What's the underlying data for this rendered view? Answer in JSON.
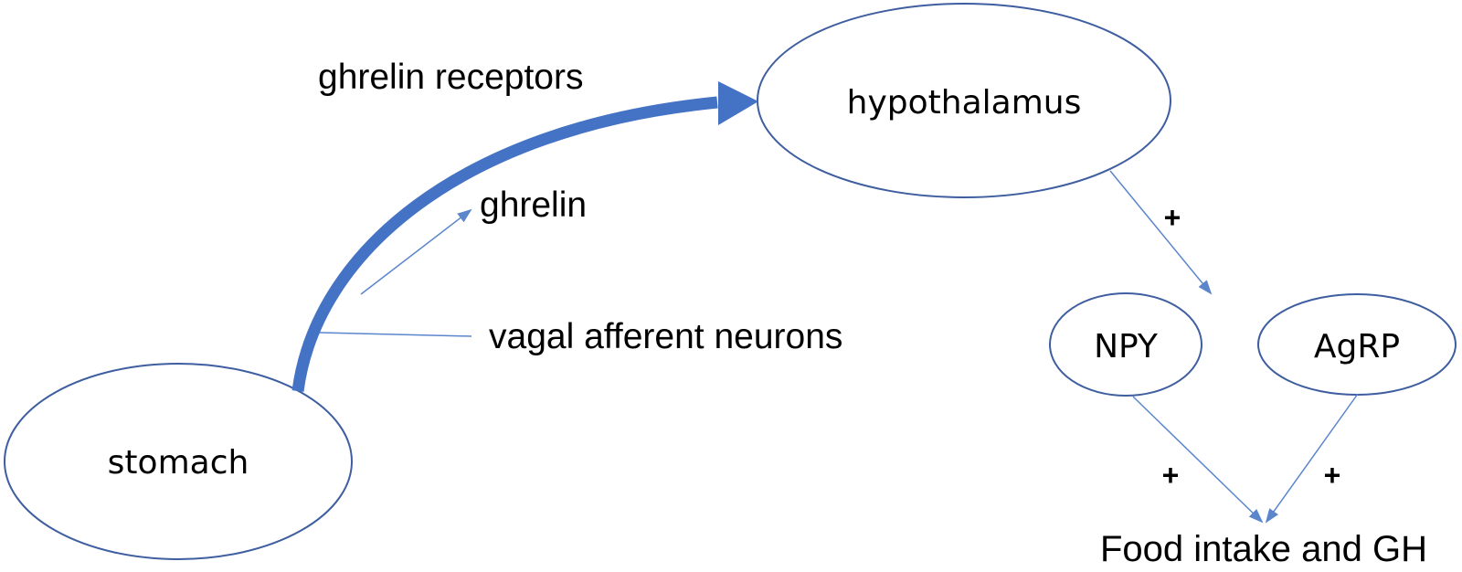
{
  "colors": {
    "node_stroke": "#3e5ea0",
    "arrow": "#4472c4",
    "thin_arrow": "#5b86cc",
    "text": "#000000"
  },
  "nodes": {
    "stomach": "stomach",
    "hypothalamus": "hypothalamus",
    "npy": "NPY",
    "agrp": "AgRP"
  },
  "edge_labels": {
    "ghrelin_receptors": "ghrelin receptors",
    "ghrelin": "ghrelin",
    "vagal_afferent_neurons": "vagal afferent neurons"
  },
  "signs": {
    "hypothalamus_to_npy": "+",
    "npy_to_outcome": "+",
    "agrp_to_outcome": "+"
  },
  "outcome": "Food intake and GH"
}
